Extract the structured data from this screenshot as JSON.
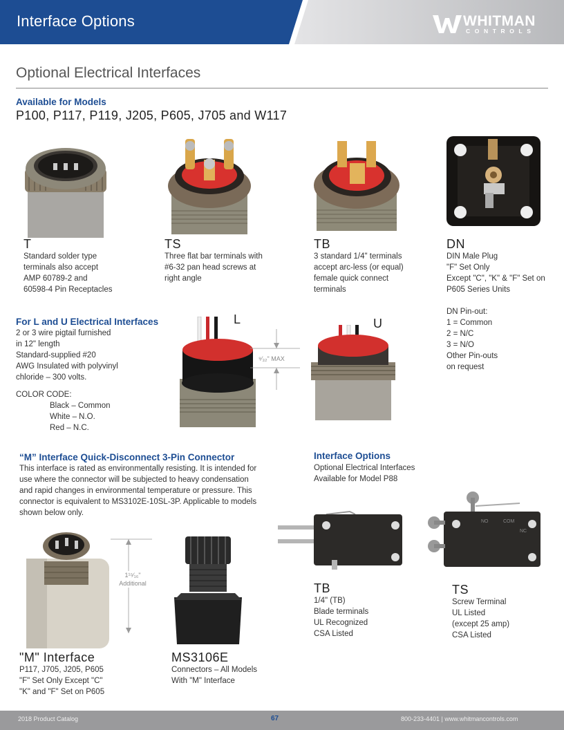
{
  "header": {
    "title": "Interface Options",
    "logo_brand": "WHITMAN",
    "logo_sub": "CONTROLS"
  },
  "section_title": "Optional Electrical Interfaces",
  "available": {
    "label": "Available for Models",
    "models": "P100, P117, P119, J205, P605, J705 and W117"
  },
  "interfaces": [
    {
      "code": "T",
      "lines": [
        "Standard solder type",
        "terminals also accept",
        "AMP 60789-2 and",
        "60598-4 Pin Receptacles"
      ]
    },
    {
      "code": "TS",
      "lines": [
        "Three flat bar terminals with",
        "#6-32 pan head screws at",
        "right angle"
      ]
    },
    {
      "code": "TB",
      "lines": [
        "3 standard 1/4\" terminals",
        "accept arc-less (or equal)",
        "female quick connect",
        "terminals"
      ]
    },
    {
      "code": "DN",
      "lines": [
        "DIN Male Plug",
        "\"F\" Set Only",
        "Except \"C\", \"K\" & \"F\" Set on",
        "P605 Series Units"
      ]
    }
  ],
  "dn_pinout": [
    "DN Pin-out:",
    "1 = Common",
    "2 = N/C",
    "3 = N/O",
    "Other Pin-outs",
    "on request"
  ],
  "lu": {
    "heading": "For L and U Electrical Interfaces",
    "lines": [
      "2 or 3 wire pigtail furnished",
      "in 12\" length",
      "Standard-supplied #20",
      "AWG Insulated with polyvinyl",
      "chloride – 300 volts."
    ],
    "color_code_label": "COLOR CODE:",
    "color_codes": [
      "Black – Common",
      "White – N.O.",
      "Red – N.C."
    ],
    "l_label": "L",
    "u_label": "U",
    "dim_label": "⁹⁄₃₂\" MAX"
  },
  "m_interface": {
    "heading": "“M” Interface Quick-Disconnect 3-Pin Connector",
    "lines": [
      "This interface is rated as environmentally resisting. It is intended for",
      "use where the connector will be subjected to heavy condensation",
      "and rapid changes in environmental temperature or pressure. This",
      "connector is equivalent to MS3102E-10SL-3P. Applicable to models",
      "shown below only."
    ],
    "dim_label_1": "1¹⁵⁄₁₆\"",
    "dim_label_2": "Additional",
    "m_code": "\"M\" Interface",
    "m_lines": [
      "P117, J705, J205, P605",
      "\"F\" Set Only Except \"C\"",
      "\"K\" and \"F\" Set on P605"
    ],
    "ms_code": "MS3106E",
    "ms_lines": [
      "Connectors – All Models",
      "With \"M\" Interface"
    ]
  },
  "p88": {
    "heading": "Interface Options",
    "lines": [
      "Optional Electrical Interfaces",
      "Available for Model P88"
    ],
    "tb_code": "TB",
    "tb_lines": [
      "1/4\" (TB)",
      "Blade terminals",
      "UL Recognized",
      "CSA Listed"
    ],
    "ts_code": "TS",
    "ts_lines": [
      "Screw Terminal",
      "UL Listed",
      "(except 25 amp)",
      "CSA Listed"
    ],
    "switch_label_1": "NO",
    "switch_label_2": "COM",
    "switch_label_3": "NC"
  },
  "footer": {
    "left": "2018 Product Catalog",
    "page": "67",
    "right": "800-233-4401  |  www.whitmancontrols.com"
  },
  "colors": {
    "brand_blue": "#1d4d93",
    "header_gray": "#c8c9cb",
    "footer_gray": "#9a9a9c"
  }
}
